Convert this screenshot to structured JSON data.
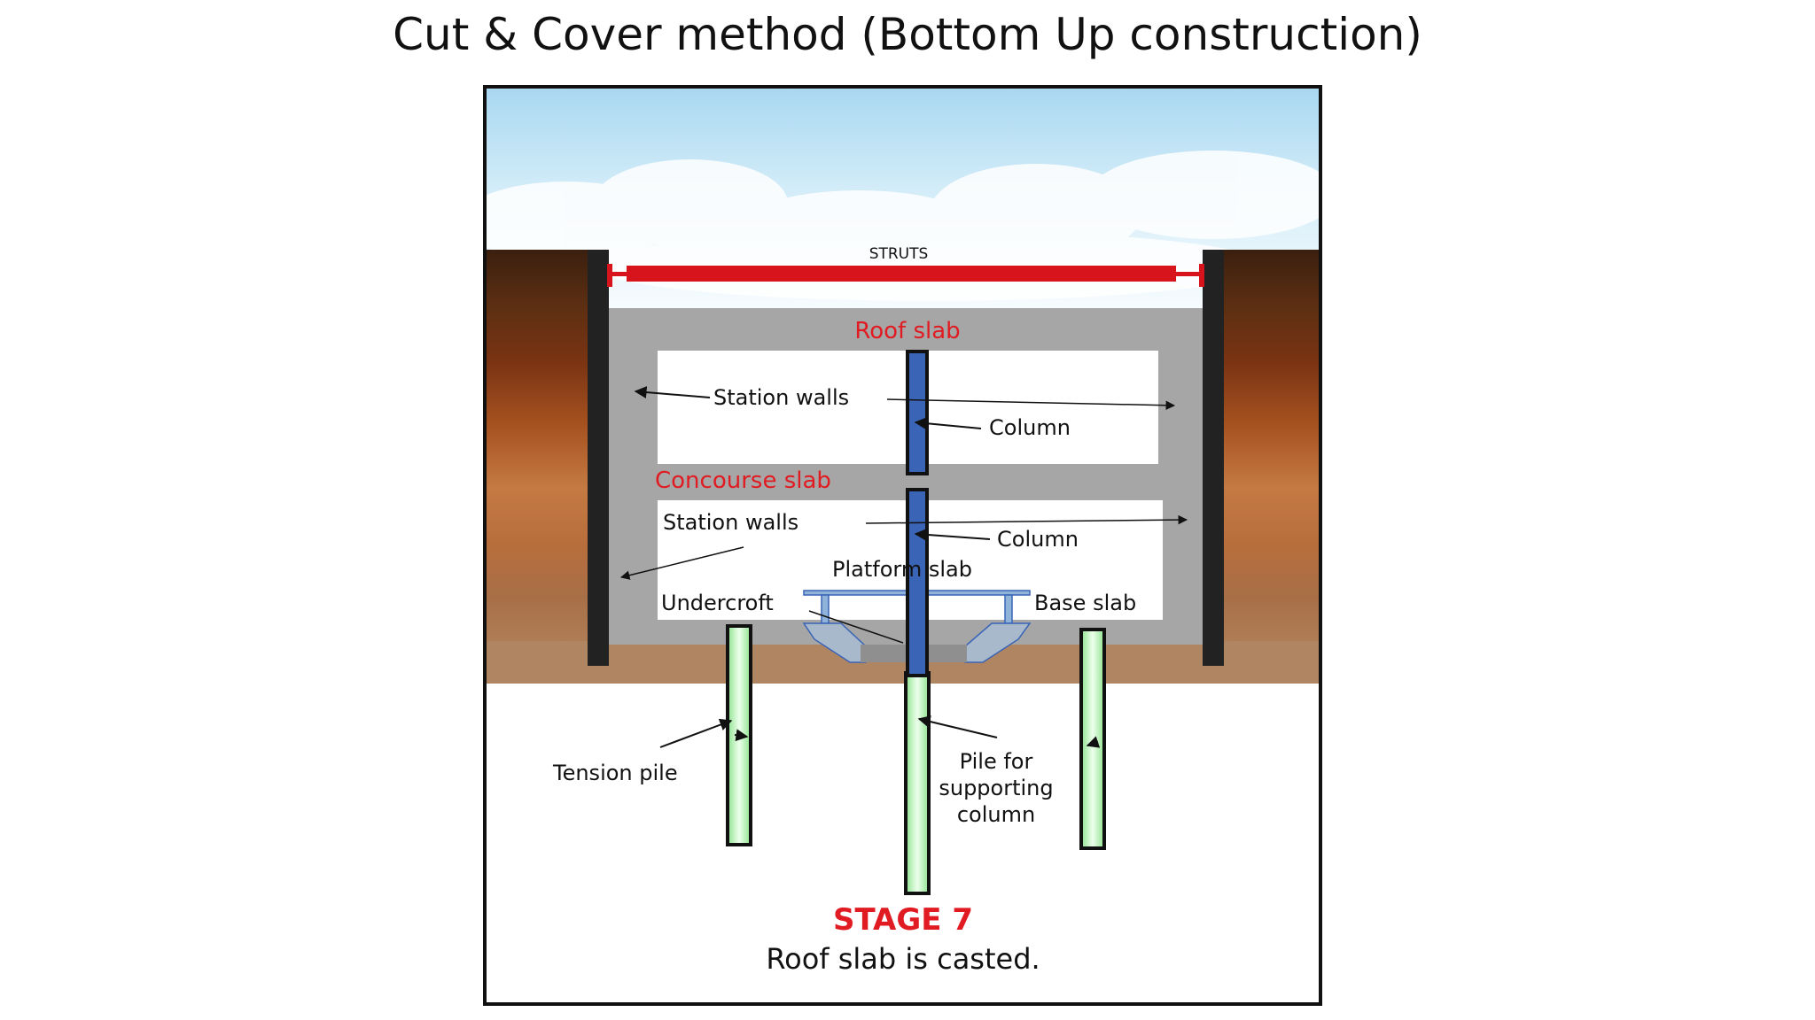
{
  "title": "Cut & Cover method (Bottom Up construction)",
  "labels": {
    "struts": "STRUTS",
    "roof_slab": "Roof slab",
    "concourse_slab": "Concourse slab",
    "station_walls_upper": "Station walls",
    "station_walls_lower": "Station walls",
    "column_upper": "Column",
    "column_lower": "Column",
    "platform_slab": "Platform slab",
    "undercroft": "Undercroft",
    "base_slab": "Base slab",
    "tension_pile": "Tension pile",
    "pile_line1": "Pile for",
    "pile_line2": "supporting",
    "pile_line3": "column"
  },
  "stage": {
    "title": "STAGE 7",
    "caption": "Roof slab is casted."
  },
  "colors": {
    "struts": "#d7141c",
    "column": "#3a64b6",
    "pile": "#b9f2b9",
    "concrete": "#a6a6a6",
    "accent_text": "#e11b22"
  }
}
